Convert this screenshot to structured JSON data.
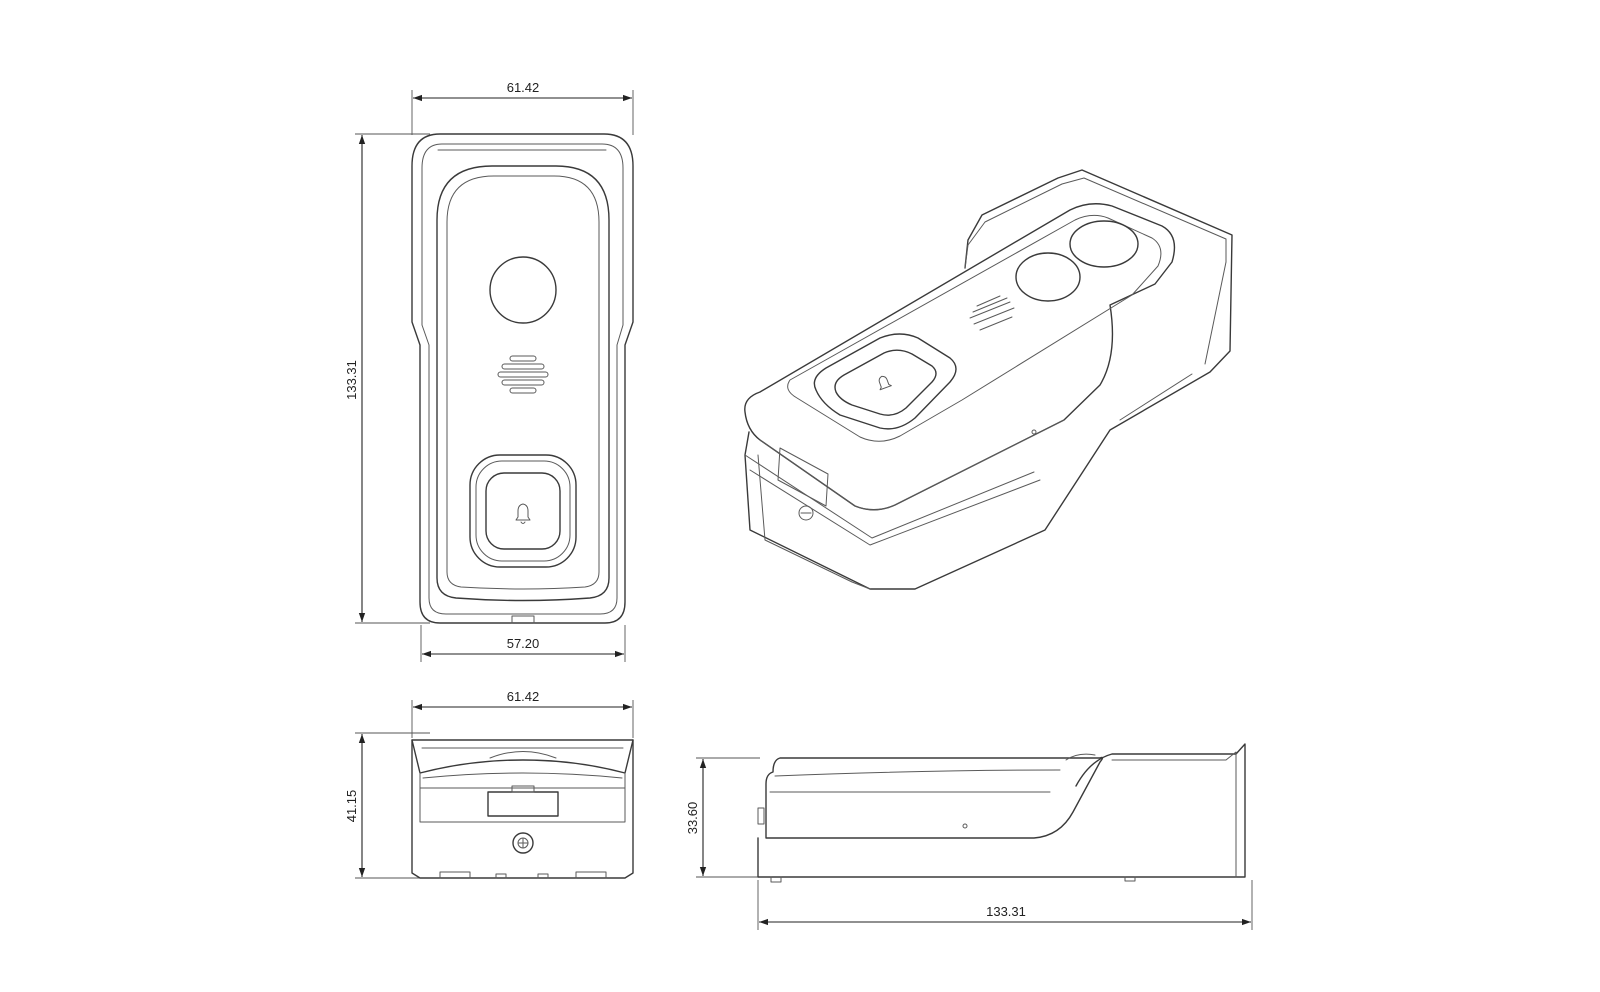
{
  "dimensions": {
    "front_width_top": "61.42",
    "front_height": "133.31",
    "front_width_bottom": "57.20",
    "bottom_view_width": "61.42",
    "bottom_view_height": "41.15",
    "side_view_height": "33.60",
    "side_view_length": "133.31"
  },
  "icons": {
    "doorbell_button": "bell-icon",
    "screw": "screw-icon"
  }
}
